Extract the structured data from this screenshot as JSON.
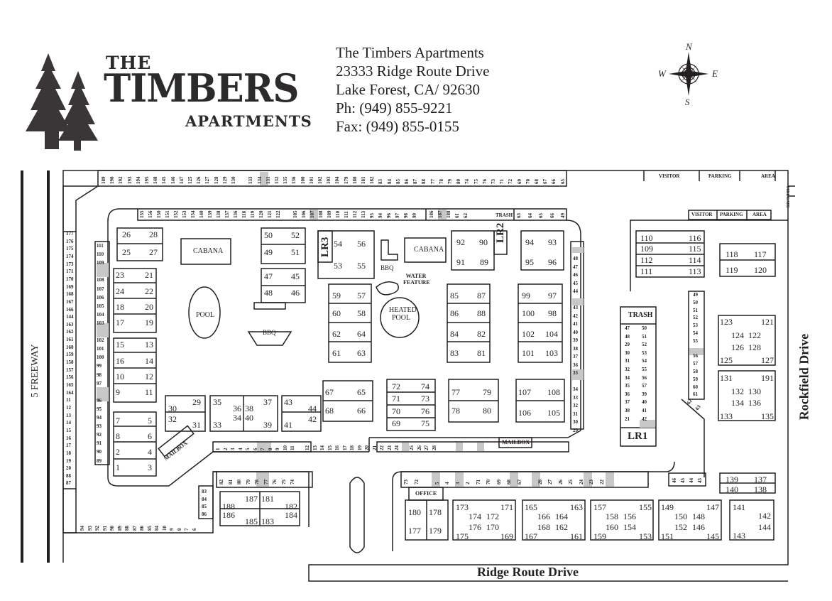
{
  "logo": {
    "line1": "THE",
    "line2": "TIMBERS",
    "line3": "APARTMENTS"
  },
  "address": {
    "name": "The Timbers Apartments",
    "street": "23333 Ridge Route Drive",
    "city": "Lake Forest, CA/ 92630",
    "phone": "Ph: (949) 855-9221",
    "fax": "Fax: (949) 855-0155"
  },
  "compass": {
    "n": "N",
    "s": "S",
    "e": "E",
    "w": "W"
  },
  "streets": {
    "freeway": "5 FREEWAY",
    "rockfield": "Rockfield Drive",
    "ridge": "Ridge Route Drive"
  },
  "amenities": {
    "cabana1": "CABANA",
    "cabana2": "CABANA",
    "pool": "POOL",
    "heated_pool": "HEATED POOL",
    "bbq1": "BBQ",
    "bbq2": "BBQ",
    "water_feature": "WATER FEATURE",
    "mailbox1": "MAILBOX",
    "mailbox2": "MAILBOX",
    "office": "OFFICE",
    "trash1": "TRASH",
    "trash2": "TRASH",
    "lr1": "LR1",
    "lr2": "LR2",
    "lr3": "LR3",
    "visitor1": "VISITOR",
    "parking1": "PARKING",
    "area1": "AREA",
    "visitor2": "VISITOR",
    "parking2": "PARKING",
    "area2": "AREA",
    "firegate": "FIREGATE"
  },
  "units": [
    [
      "26",
      172,
      323
    ],
    [
      "28",
      210,
      323
    ],
    [
      "25",
      172,
      348
    ],
    [
      "27",
      210,
      348
    ],
    [
      "23",
      163,
      380
    ],
    [
      "21",
      204,
      380
    ],
    [
      "24",
      163,
      403
    ],
    [
      "22",
      204,
      403
    ],
    [
      "18",
      163,
      425
    ],
    [
      "20",
      204,
      425
    ],
    [
      "17",
      163,
      447
    ],
    [
      "19",
      204,
      447
    ],
    [
      "15",
      163,
      478
    ],
    [
      "13",
      204,
      478
    ],
    [
      "16",
      163,
      501
    ],
    [
      "14",
      204,
      501
    ],
    [
      "10",
      163,
      523
    ],
    [
      "12",
      204,
      523
    ],
    [
      "9",
      163,
      545
    ],
    [
      "11",
      204,
      545
    ],
    [
      "7",
      163,
      585
    ],
    [
      "5",
      208,
      585
    ],
    [
      "8",
      163,
      607
    ],
    [
      "6",
      208,
      607
    ],
    [
      "2",
      163,
      629
    ],
    [
      "4",
      208,
      629
    ],
    [
      "1",
      163,
      651
    ],
    [
      "3",
      208,
      651
    ],
    [
      "50",
      372,
      324
    ],
    [
      "52",
      410,
      324
    ],
    [
      "49",
      372,
      348
    ],
    [
      "51",
      410,
      348
    ],
    [
      "47",
      372,
      382
    ],
    [
      "45",
      410,
      382
    ],
    [
      "48",
      372,
      405
    ],
    [
      "46",
      410,
      405
    ],
    [
      "54",
      470,
      336
    ],
    [
      "56",
      503,
      336
    ],
    [
      "53",
      470,
      367
    ],
    [
      "55",
      503,
      367
    ],
    [
      "92",
      643,
      334
    ],
    [
      "90",
      675,
      334
    ],
    [
      "91",
      643,
      362
    ],
    [
      "89",
      676,
      362
    ],
    [
      "94",
      740,
      334
    ],
    [
      "93",
      772,
      334
    ],
    [
      "95",
      740,
      362
    ],
    [
      "96",
      772,
      362
    ],
    [
      "59",
      468,
      409
    ],
    [
      "57",
      503,
      409
    ],
    [
      "60",
      468,
      434
    ],
    [
      "58",
      503,
      434
    ],
    [
      "62",
      468,
      463
    ],
    [
      "64",
      503,
      463
    ],
    [
      "61",
      468,
      490
    ],
    [
      "63",
      503,
      490
    ],
    [
      "85",
      634,
      409
    ],
    [
      "87",
      672,
      409
    ],
    [
      "86",
      634,
      434
    ],
    [
      "88",
      672,
      434
    ],
    [
      "84",
      634,
      463
    ],
    [
      "82",
      672,
      463
    ],
    [
      "83",
      634,
      490
    ],
    [
      "81",
      672,
      490
    ],
    [
      "99",
      735,
      409
    ],
    [
      "97",
      772,
      409
    ],
    [
      "100",
      735,
      434
    ],
    [
      "98",
      772,
      434
    ],
    [
      "102",
      735,
      463
    ],
    [
      "104",
      768,
      463
    ],
    [
      "101",
      735,
      490
    ],
    [
      "103",
      768,
      490
    ],
    [
      "67",
      458,
      545
    ],
    [
      "65",
      503,
      545
    ],
    [
      "68",
      458,
      571
    ],
    [
      "66",
      503,
      571
    ],
    [
      "72",
      552,
      537
    ],
    [
      "74",
      593,
      537
    ],
    [
      "71",
      552,
      554
    ],
    [
      "73",
      593,
      554
    ],
    [
      "70",
      552,
      572
    ],
    [
      "76",
      593,
      572
    ],
    [
      "69",
      552,
      589
    ],
    [
      "75",
      593,
      589
    ],
    [
      "77",
      636,
      545
    ],
    [
      "79",
      680,
      545
    ],
    [
      "78",
      636,
      571
    ],
    [
      "80",
      680,
      571
    ],
    [
      "107",
      730,
      545
    ],
    [
      "108",
      771,
      545
    ],
    [
      "106",
      730,
      574
    ],
    [
      "105",
      771,
      574
    ],
    [
      "29",
      271,
      559
    ],
    [
      "30",
      237,
      568
    ],
    [
      "32",
      237,
      583
    ],
    [
      "31",
      271,
      591
    ],
    [
      "35",
      300,
      559
    ],
    [
      "36",
      328,
      568
    ],
    [
      "38",
      345,
      568
    ],
    [
      "37",
      371,
      559
    ],
    [
      "34",
      328,
      581
    ],
    [
      "40",
      345,
      581
    ],
    [
      "33",
      300,
      591
    ],
    [
      "39",
      371,
      591
    ],
    [
      "43",
      400,
      559
    ],
    [
      "44",
      434,
      568
    ],
    [
      "42",
      434,
      583
    ],
    [
      "41",
      400,
      591
    ],
    [
      "110",
      902,
      328
    ],
    [
      "116",
      970,
      328
    ],
    [
      "109",
      902,
      343
    ],
    [
      "115",
      970,
      343
    ],
    [
      "112",
      902,
      359
    ],
    [
      "114",
      970,
      359
    ],
    [
      "111",
      902,
      375
    ],
    [
      "113",
      970,
      375
    ],
    [
      "118",
      1022,
      351
    ],
    [
      "117",
      1062,
      351
    ],
    [
      "119",
      1022,
      373
    ],
    [
      "120",
      1062,
      373
    ],
    [
      "123",
      1014,
      446
    ],
    [
      "121",
      1072,
      446
    ],
    [
      "124",
      1030,
      465
    ],
    [
      "122",
      1054,
      465
    ],
    [
      "126",
      1030,
      482
    ],
    [
      "128",
      1054,
      482
    ],
    [
      "125",
      1014,
      500
    ],
    [
      "127",
      1072,
      500
    ],
    [
      "131",
      1014,
      525
    ],
    [
      "191",
      1072,
      525
    ],
    [
      "132",
      1030,
      544
    ],
    [
      "130",
      1054,
      544
    ],
    [
      "134",
      1030,
      560
    ],
    [
      "136",
      1054,
      560
    ],
    [
      "133",
      1014,
      579
    ],
    [
      "135",
      1072,
      579
    ],
    [
      "139",
      1022,
      668
    ],
    [
      "137",
      1062,
      668
    ],
    [
      "140",
      1022,
      682
    ],
    [
      "138",
      1062,
      682
    ],
    [
      "141",
      1032,
      707
    ],
    [
      "142",
      1068,
      719
    ],
    [
      "144",
      1068,
      735
    ],
    [
      "143",
      1032,
      747
    ],
    [
      "187",
      345,
      695
    ],
    [
      "181",
      368,
      695
    ],
    [
      "188",
      313,
      706
    ],
    [
      "182",
      401,
      706
    ],
    [
      "186",
      313,
      718
    ],
    [
      "184",
      401,
      718
    ],
    [
      "185",
      345,
      727
    ],
    [
      "183",
      368,
      727
    ],
    [
      "180",
      575,
      714
    ],
    [
      "178",
      604,
      714
    ],
    [
      "177",
      575,
      740
    ],
    [
      "179",
      604,
      740
    ],
    [
      "173",
      642,
      707
    ],
    [
      "171",
      705,
      707
    ],
    [
      "174",
      660,
      720
    ],
    [
      "172",
      685,
      720
    ],
    [
      "176",
      660,
      735
    ],
    [
      "170",
      685,
      735
    ],
    [
      "175",
      642,
      748
    ],
    [
      "169",
      705,
      748
    ],
    [
      "165",
      739,
      707
    ],
    [
      "163",
      803,
      707
    ],
    [
      "166",
      757,
      720
    ],
    [
      "164",
      782,
      720
    ],
    [
      "168",
      757,
      735
    ],
    [
      "162",
      782,
      735
    ],
    [
      "167",
      739,
      748
    ],
    [
      "161",
      803,
      748
    ],
    [
      "157",
      836,
      707
    ],
    [
      "155",
      900,
      707
    ],
    [
      "158",
      853,
      720
    ],
    [
      "156",
      878,
      720
    ],
    [
      "160",
      853,
      735
    ],
    [
      "154",
      878,
      735
    ],
    [
      "159",
      836,
      748
    ],
    [
      "153",
      900,
      748
    ],
    [
      "149",
      931,
      707
    ],
    [
      "147",
      995,
      707
    ],
    [
      "150",
      950,
      720
    ],
    [
      "148",
      975,
      720
    ],
    [
      "152",
      950,
      735
    ],
    [
      "146",
      975,
      735
    ],
    [
      "151",
      931,
      748
    ],
    [
      "145",
      995,
      748
    ]
  ],
  "garages": {
    "top_row1": [
      "189",
      "190",
      "192",
      "193",
      "194",
      "195",
      "148",
      "145",
      "146",
      "147",
      "125",
      "126",
      "127",
      "128",
      "129",
      "130",
      "",
      "133",
      "134",
      "131",
      "132",
      "135",
      "136",
      "100",
      "101",
      "102",
      "103",
      "104",
      "179",
      "180",
      "181",
      "182",
      "83",
      "84",
      "85",
      "86",
      "87",
      "88",
      "77",
      "78",
      "79",
      "80",
      "74",
      "75",
      "76",
      "73",
      "71",
      "72",
      "69",
      "70",
      "68",
      "67",
      "66",
      "65"
    ],
    "top_row2": [
      "155",
      "156",
      "150",
      "151",
      "152",
      "153",
      "154",
      "140",
      "139",
      "138",
      "137",
      "136",
      "118",
      "119",
      "120",
      "121",
      "122",
      "",
      "105",
      "106",
      "107",
      "108",
      "109",
      "110",
      "111",
      "112",
      "113",
      "95",
      "94",
      "96",
      "97",
      "98",
      "99",
      "",
      "186",
      "187",
      "188",
      "61",
      "62"
    ],
    "top_row2b": [
      "63",
      "64",
      "65",
      "66",
      "49"
    ],
    "left_col": [
      "177",
      "176",
      "175",
      "174",
      "173",
      "171",
      "170",
      "169",
      "168",
      "167",
      "166",
      "144",
      "163",
      "162",
      "161",
      "160",
      "159",
      "158",
      "157",
      "156",
      "165",
      "164",
      "11",
      "12",
      "13",
      "14",
      "15",
      "16",
      "17",
      "18",
      "19",
      "20",
      "88",
      "87"
    ],
    "inner_left": [
      "111",
      "110",
      "109",
      "",
      "108",
      "107",
      "106",
      "105",
      "104",
      "103",
      "",
      "102",
      "101",
      "100",
      "99",
      "98",
      "97",
      "",
      "96",
      "95",
      "94",
      "93",
      "92",
      "91",
      "90",
      "89"
    ],
    "right_col": [
      "48",
      "47",
      "46",
      "45",
      "44",
      "",
      "43",
      "42",
      "41",
      "40",
      "39",
      "38",
      "37",
      "36",
      "35",
      "",
      "34",
      "33",
      "32",
      "31",
      "30",
      "29"
    ],
    "mid_row": [
      "1",
      "2",
      "3",
      "4",
      "5",
      "6",
      "7",
      "8",
      "9",
      "10",
      "11",
      "",
      "12",
      "13",
      "14",
      "15",
      "16",
      "17",
      "18",
      "19",
      "20",
      "21",
      "22",
      "23",
      "24",
      "",
      "25",
      "26",
      "27",
      "28"
    ],
    "bottom_left": [
      "94",
      "93",
      "92",
      "91",
      "90",
      "89",
      "88",
      "87",
      "86",
      "85",
      "84",
      "10",
      "9",
      "8",
      "7",
      "6"
    ],
    "bottom_col": [
      "83",
      "84",
      "85",
      "86"
    ],
    "bottom_mid": [
      "82",
      "81",
      "80",
      "79",
      "78",
      "77",
      "76",
      "75",
      "74"
    ],
    "office_row": [
      "73",
      "72",
      "",
      "5",
      "4",
      "3",
      "2",
      "71",
      "70",
      "69",
      "68",
      "67",
      "",
      "28",
      "27",
      "26",
      "25",
      "24",
      "23",
      "22"
    ],
    "trash_left": [
      "47",
      "48",
      "29",
      "30",
      "31",
      "32",
      "34",
      "35",
      "36",
      "37",
      "38",
      "21"
    ],
    "trash_right": [
      "50",
      "51",
      "52",
      "53",
      "54",
      "55",
      "56",
      "57",
      "39",
      "40",
      "41",
      "42"
    ],
    "diag_col": [
      "49",
      "50",
      "51",
      "52",
      "53",
      "54",
      "55",
      "",
      "56",
      "57",
      "58",
      "59",
      "60",
      "61"
    ],
    "diag_extra": [
      "62",
      "63"
    ],
    "lower_right": [
      "46",
      "45",
      "44",
      "43"
    ]
  }
}
